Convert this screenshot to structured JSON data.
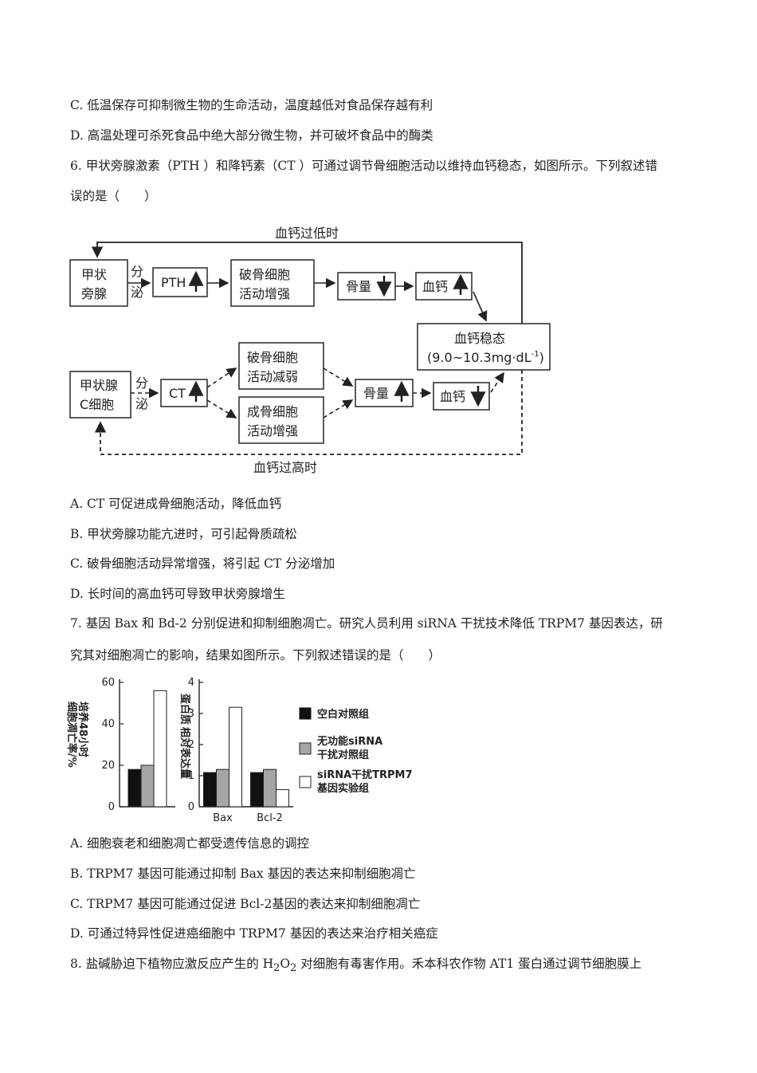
{
  "lines": {
    "q5c": "C. 低温保存可抑制微生物的生命活动，温度越低对食品保存越有利",
    "q5d": "D. 高温处理可杀死食品中绝大部分微生物，并可破坏食品中的酶类",
    "q6_stem_1": "6. 甲状旁腺激素（PTH ）和降钙素（CT ）可通过调节骨细胞活动以维持血钙稳态，如图所示。下列叙述错",
    "q6_stem_2": "误的是（　　）",
    "q6a": "A. CT 可促进成骨细胞活动，降低血钙",
    "q6b": "B. 甲状旁腺功能亢进时，可引起骨质疏松",
    "q6c": "C. 破骨细胞活动异常增强，将引起 CT 分泌增加",
    "q6d": "D. 长时间的高血钙可导致甲状旁腺增生",
    "q7_stem_1": "7. 基因 Bax 和 Bd-2 分别促进和抑制细胞凋亡。研究人员利用 siRNA 干扰技术降低 TRPM7  基因表达，研",
    "q7_stem_2": "究其对细胞凋亡的影响，结果如图所示。下列叙述错误的是（　　）",
    "q7a": "A.  细胞衰老和细胞凋亡都受遗传信息的调控",
    "q7b": "B. TRPM7  基因可能通过抑制 Bax 基因的表达来抑制细胞凋亡",
    "q7c": "C. TRPM7  基因可能通过促进 Bcl-2基因的表达来抑制细胞凋亡",
    "q7d": "D.  可通过特异性促进癌细胞中 TRPM7  基因的表达来治疗相关癌症",
    "q8_pre": "8. 盐碱胁迫下植物应激反应产生的 H",
    "q8_sub1": "2",
    "q8_o": "O",
    "q8_sub2": "2",
    "q8_post": " 对细胞有毒害作用。禾本科农作物 AT1  蛋白通过调节细胞膜上"
  },
  "diagram": {
    "top_label": "血钙过低时",
    "bottom_label": "血钙过高时",
    "parathyroid_1": "甲状",
    "parathyroid_2": "旁腺",
    "secrete_1a": "分",
    "secrete_1b": "泌",
    "pth": "PTH",
    "osteoclast_up_1": "破骨细胞",
    "osteoclast_up_2": "活动增强",
    "bone_down": "骨量",
    "calcium_up": "血钙",
    "homeostasis_1": "血钙稳态",
    "homeostasis_2": "(9.0~10.3mg·dL",
    "homeostasis_sup": "-1",
    "homeostasis_close": ")",
    "thyroid_c_1": "甲状腺",
    "thyroid_c_2": "C细胞",
    "secrete_2a": "分",
    "secrete_2b": "泌",
    "ct": "CT",
    "osteoclast_down_1": "破骨细胞",
    "osteoclast_down_2": "活动减弱",
    "osteoblast_up_1": "成骨细胞",
    "osteoblast_up_2": "活动增强",
    "bone_up": "骨量",
    "calcium_down": "血钙"
  },
  "chart_data": [
    {
      "type": "bar",
      "ylabel": "培养48小时细胞凋亡率/%",
      "ylim": [
        0,
        60
      ],
      "yticks": [
        "0",
        "20",
        "40",
        "60"
      ],
      "categories": [
        ""
      ],
      "series": [
        {
          "name": "空白对照组",
          "values": [
            18
          ]
        },
        {
          "name": "无功能siRNA干扰对照组",
          "values": [
            20
          ]
        },
        {
          "name": "siRNA干扰TRPM7基因实验组",
          "values": [
            56
          ]
        }
      ]
    },
    {
      "type": "bar",
      "ylabel": "蛋白质相对表达量",
      "ylim": [
        0,
        4
      ],
      "yticks": [
        "0",
        "1",
        "2",
        "3",
        "4"
      ],
      "categories": [
        "Bax",
        "Bcl-2"
      ],
      "series": [
        {
          "name": "空白对照组",
          "values": [
            1.1,
            1.1
          ]
        },
        {
          "name": "无功能siRNA干扰对照组",
          "values": [
            1.2,
            1.2
          ]
        },
        {
          "name": "siRNA干扰TRPM7基因实验组",
          "values": [
            3.2,
            0.55
          ]
        }
      ]
    }
  ],
  "legend": {
    "item1": "空白对照组",
    "item2_1": "无功能siRNA",
    "item2_2": "干扰对照组",
    "item3_1": "siRNA干扰TRPM7",
    "item3_2": "基因实验组",
    "colors": [
      "#111111",
      "#a6a6a6",
      "#ffffff"
    ]
  },
  "chart_text": {
    "ylabel1_1": "培养48小时",
    "ylabel1_2": "细胞凋亡率/%",
    "ylabel2_1": "蛋白质",
    "ylabel2_2": "相对表达量"
  }
}
